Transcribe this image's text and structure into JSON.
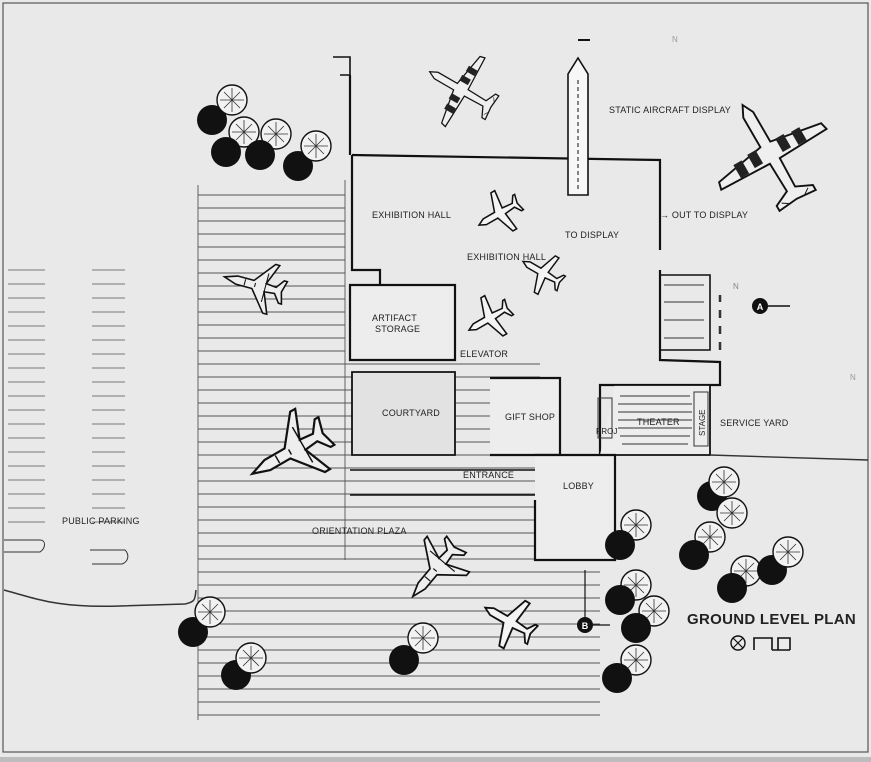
{
  "plan": {
    "title": "GROUND LEVEL PLAN",
    "north_marker": "N",
    "rooms": {
      "static_aircraft_display": "STATIC AIRCRAFT DISPLAY",
      "exhibition_hall_1": "EXHIBITION HALL",
      "exhibition_hall_2": "EXHIBITION HALL",
      "to_display": "TO DISPLAY",
      "out_to_display": "→ OUT TO DISPLAY",
      "artifact_line1": "ARTIFACT",
      "artifact_line2": "STORAGE",
      "elevator": "ELEVATOR",
      "courtyard": "COURTYARD",
      "gift_shop": "GIFT SHOP",
      "theater": "THEATER",
      "proj": "PROJ",
      "stage": "STAGE",
      "service_yard": "SERVICE YARD",
      "entrance": "ENTRANCE",
      "lobby": "LOBBY",
      "orientation_plaza": "ORIENTATION PLAZA",
      "public_parking": "PUBLIC PARKING"
    },
    "markers": {
      "a": "A",
      "b": "B"
    }
  }
}
